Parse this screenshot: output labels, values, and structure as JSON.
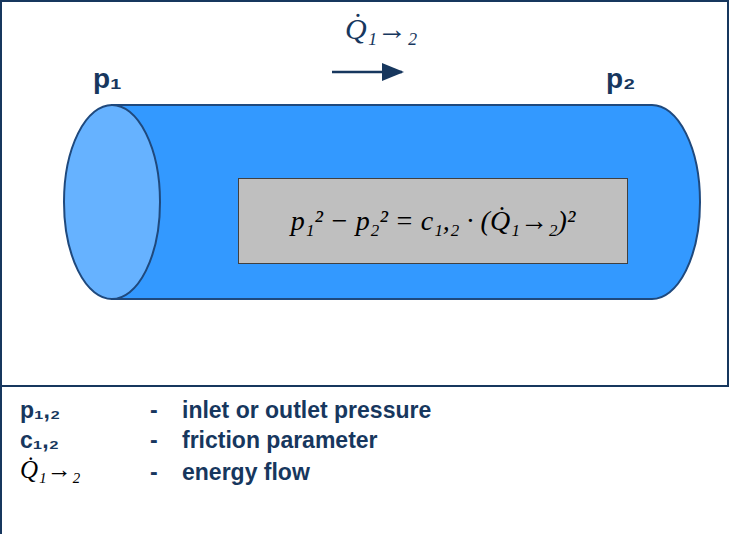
{
  "diagram": {
    "nodes": [
      {
        "text": [
          "p₁² − p₂² = c₁,₂ · (Q̇₁→₂)²"
        ]
      }
    ],
    "labels": [
      "p₁",
      "Q̇₁→₂",
      "p₂",
      "p₁,₂",
      "-",
      "inlet or outlet pressure",
      "c₁,₂",
      "-",
      "friction parameter",
      "Q̇₁→₂",
      "-",
      "energy flow"
    ]
  }
}
